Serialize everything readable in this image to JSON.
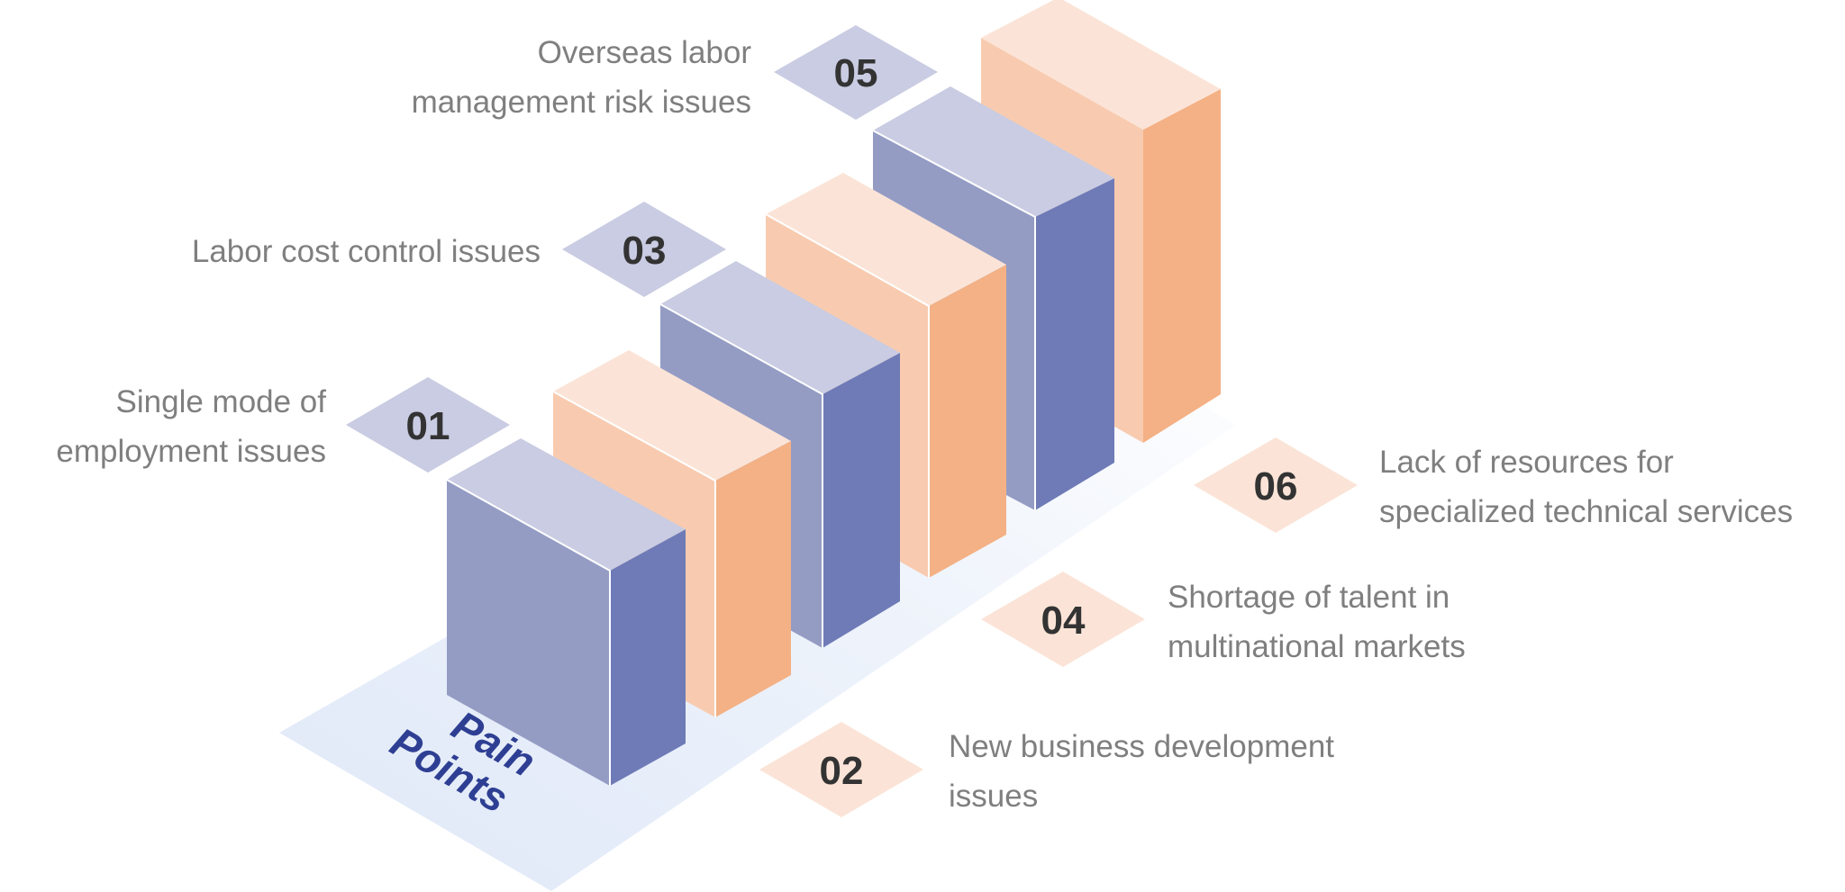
{
  "title": "Pain Points",
  "title_lines": [
    "Pain",
    "Points"
  ],
  "colors": {
    "blue_top": "#c9cce2",
    "blue_front": "#949cc4",
    "blue_side": "#6f7bb7",
    "orange_top": "#fbe4d7",
    "orange_front": "#f8cbb0",
    "orange_side": "#f4b185",
    "base": "#e6eef9",
    "badge_blue": "#c9cce2",
    "badge_orange": "#fbe4d7",
    "title": "#2e3f93",
    "label_text": "#7f7f7f"
  },
  "items": [
    {
      "number": "01",
      "lines": [
        "Single mode of",
        "employment issues"
      ],
      "theme": "blue"
    },
    {
      "number": "02",
      "lines": [
        "New business development",
        "issues"
      ],
      "theme": "orange"
    },
    {
      "number": "03",
      "lines": [
        "Labor cost control issues"
      ],
      "theme": "blue"
    },
    {
      "number": "04",
      "lines": [
        "Shortage of talent in",
        "multinational markets"
      ],
      "theme": "orange"
    },
    {
      "number": "05",
      "lines": [
        "Overseas labor",
        "management risk issues"
      ],
      "theme": "blue"
    },
    {
      "number": "06",
      "lines": [
        "Lack of resources for",
        "specialized technical services"
      ],
      "theme": "orange"
    }
  ]
}
